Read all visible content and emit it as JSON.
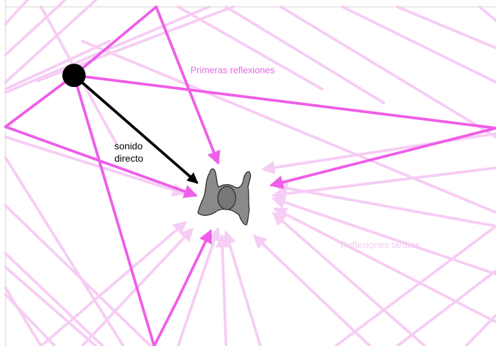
{
  "labels": {
    "early_reflections": "Primeras reflexiones",
    "direct_sound_line1": "sonido",
    "direct_sound_line2": "directo",
    "late_reflections": "Reflexiones tardías"
  },
  "colors": {
    "early_reflection": "#ee5ee8",
    "late_reflection": "#f6cdf4",
    "direct_sound": "#000000",
    "source": "#000000",
    "listener_fill": "#8a8a8a",
    "listener_stroke": "#2a2a2a",
    "room_border": "#cfcfcf",
    "early_label": "#e46be0",
    "late_label": "#f3cdf1",
    "direct_label": "#000000"
  },
  "icons": {
    "source": "sound-source-icon",
    "listener": "listener-person-icon"
  }
}
